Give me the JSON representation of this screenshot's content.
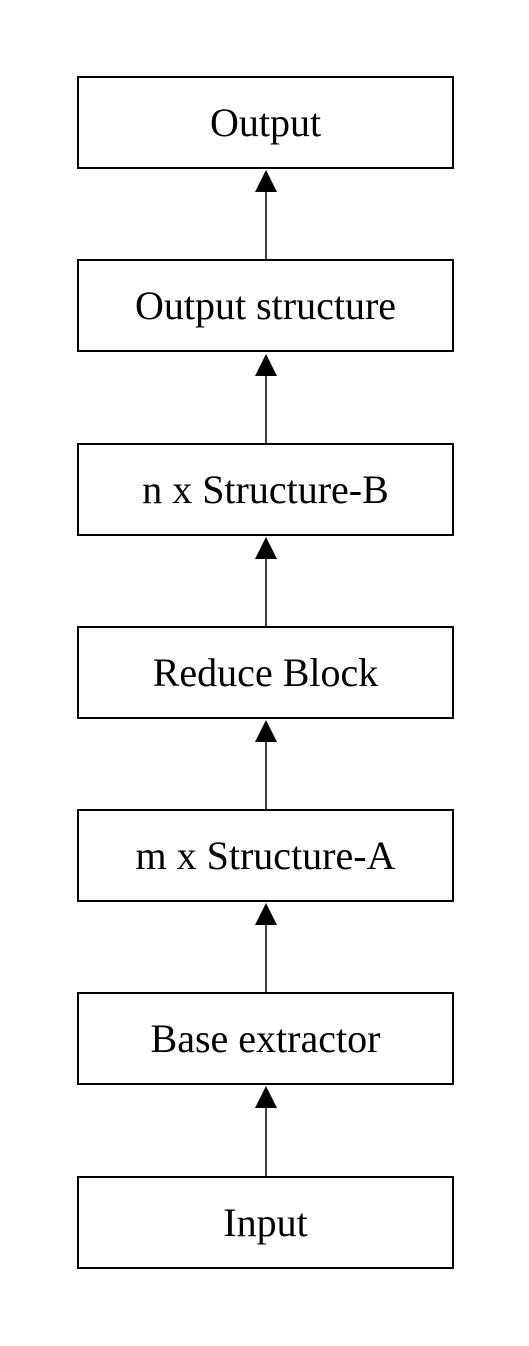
{
  "diagram": {
    "blocks": [
      {
        "label": "Output"
      },
      {
        "label": "Output structure"
      },
      {
        "label": "n x Structure-B"
      },
      {
        "label": "Reduce Block"
      },
      {
        "label": "m x Structure-A"
      },
      {
        "label": "Base extractor"
      },
      {
        "label": "Input"
      }
    ],
    "colors": {
      "stroke": "#000000",
      "fill": "#ffffff"
    }
  }
}
